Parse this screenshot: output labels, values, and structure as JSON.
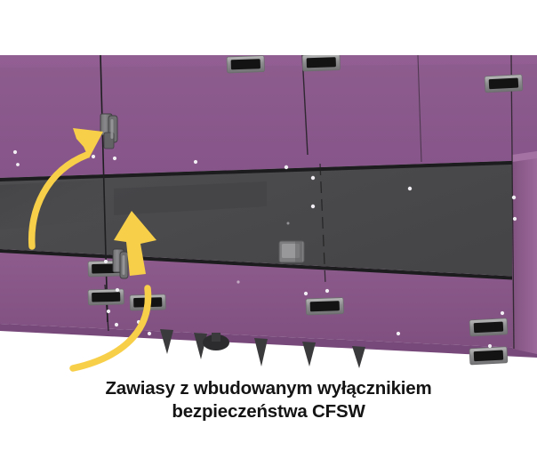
{
  "caption": {
    "line1": "Zawiasy z wbudowanym wyłącznikiem",
    "line2": "bezpieczeństwa CFSW"
  },
  "figure": {
    "alt_title": "Maszyna przemysłowa – panele fioletowe i ciemne drzwi z zawiasami",
    "annotations": [
      {
        "name": "arrow-upper",
        "target": "zawias górny",
        "color": "#F8CF49"
      },
      {
        "name": "arrow-lower",
        "target": "zawias dolny",
        "color": "#F8CF49"
      }
    ],
    "parts": [
      {
        "name": "purple-panel-upper",
        "label": "Panel górny"
      },
      {
        "name": "dark-door-panel",
        "label": "Drzwi przeszklone"
      },
      {
        "name": "purple-panel-lower",
        "label": "Panel dolny"
      },
      {
        "name": "hinge-upper",
        "label": "Zawias CFSW górny"
      },
      {
        "name": "hinge-lower",
        "label": "Zawias CFSW dolny"
      },
      {
        "name": "door-latch",
        "label": "Zamek drzwi"
      }
    ],
    "handles_count": 9,
    "feet_count": 5
  },
  "colors": {
    "purple": "#8B5A8B",
    "purple_dark": "#7B4D7C",
    "purple_light": "#9E6C9E",
    "panel_dark": "#4C4C4E",
    "panel_dark_2": "#434345",
    "panel_dark_3": "#565658",
    "arrow_yellow": "#F8CF49",
    "metal": "#8E8E90",
    "metal_dark": "#171718",
    "text": "#141414",
    "background": "#FFFFFF",
    "outline": "#1B1B1C"
  }
}
